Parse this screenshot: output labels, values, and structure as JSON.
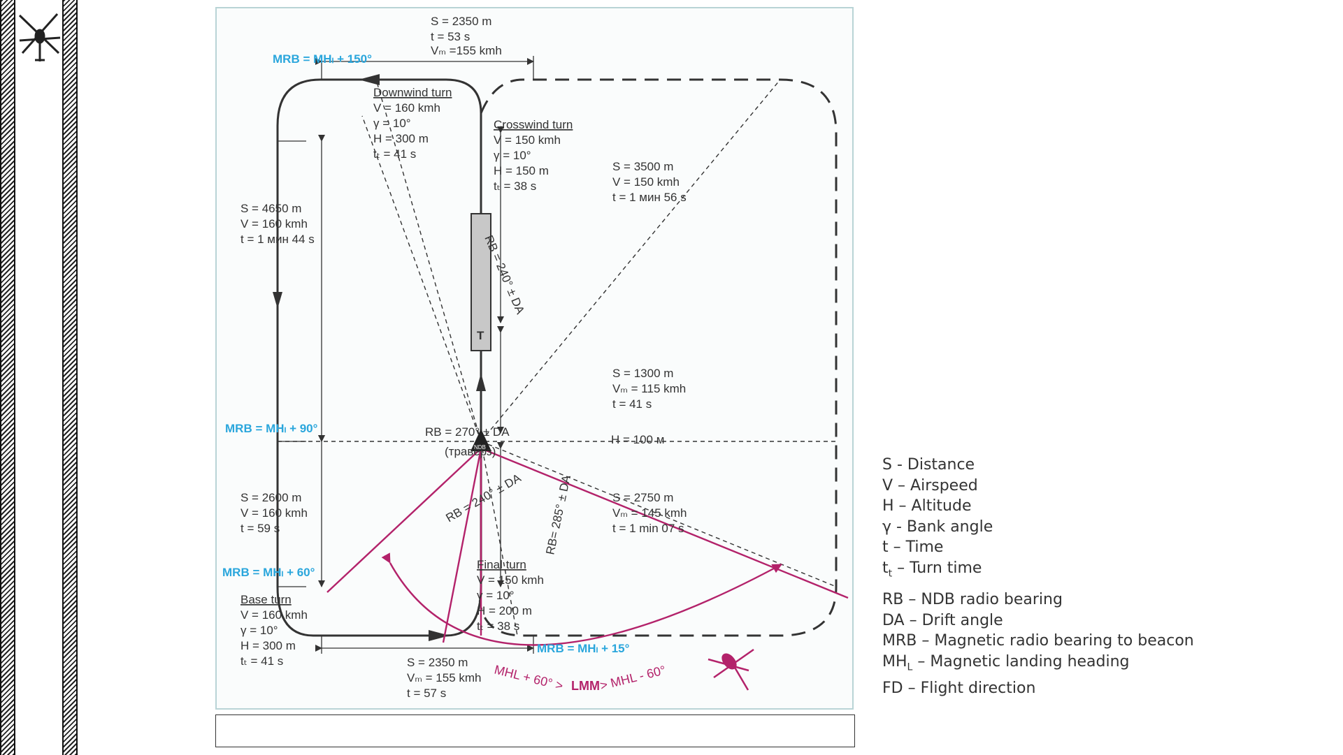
{
  "icons": {
    "logo": "helicopter-icon",
    "approach_helicopter": "helicopter-icon",
    "beacon": "ndb-beacon-icon"
  },
  "colors": {
    "mrb_label": "#2aa6dc",
    "approach_lines": "#b3226a",
    "circuit": "#333333",
    "frame_border": "#b9d4d6"
  },
  "diagram": {
    "top_leg": {
      "s": "S = 2350 m",
      "t": "t = 53 s",
      "v": "Vₘ =155 kmh"
    },
    "bottom_leg": {
      "s": "S = 2350 m",
      "v": "Vₘ = 155 kmh",
      "t": "t = 57 s"
    },
    "mrb_150": "MRB = MHₗ + 150°",
    "mrb_90": "MRB = MHₗ + 90°",
    "mrb_60": "MRB = MHₗ + 60°",
    "mrb_15": "MRB = MHₗ + 15°",
    "downwind_turn": {
      "title": "Downwind turn",
      "v": "V = 160 kmh",
      "g": "γ = 10°",
      "h": "H = 300 m",
      "t": "tₜ = 41 s"
    },
    "crosswind_turn": {
      "title": "Crosswind turn",
      "v": "V = 150 kmh",
      "g": "γ = 10°",
      "h": "H = 150 m",
      "t": "tₜ = 38 s"
    },
    "upwind_leg": {
      "s": "S = 3500 m",
      "v": "V = 150 kmh",
      "t": "t = 1 мин 56 s"
    },
    "downwind_leg": {
      "s": "S = 4650 m",
      "v": "V = 160 kmh",
      "t": "t = 1 мин 44 s"
    },
    "takeoff_leg": {
      "s": "S = 1300 m",
      "v": "Vₘ = 115 kmh",
      "t": "t = 41 s"
    },
    "rb_240_upper": "RB = 240° ± DA",
    "rb_270": "RB = 270° ± DA",
    "rb_270_note": "(траверз)",
    "h_min": "H = 100 м",
    "base_leg": {
      "s": "S = 2600 m",
      "v": "V = 160 kmh",
      "t": "t = 59 s"
    },
    "rb_240_lower": "RB = 240° ± DA",
    "rb_285": "RB= 285° ± DA",
    "final_leg": {
      "s": "S = 2750 m",
      "v": "Vₘ = 145 kmh",
      "t": "t = 1 min 07 s"
    },
    "final_turn": {
      "title": "Final turn",
      "v": "V = 150 kmh",
      "g": "γ = 10°",
      "h": "H = 200 m",
      "t": "tₜ = 38 s"
    },
    "base_turn": {
      "title": "Base turn",
      "v": "V = 160 kmh",
      "g": "γ = 10°",
      "h": "H = 300 m",
      "t": "tₜ = 41 s"
    },
    "arc_label_left": "MHL + 60° >",
    "arc_label_mid": "LMM",
    "arc_label_right": "> MHL - 60°",
    "ndb_label": "NDB",
    "t_mark": "T"
  },
  "legend": {
    "items1": [
      "S - Distance",
      "V – Airspeed",
      "H – Altitude",
      "γ - Bank angle",
      "t – Time"
    ],
    "tt_main": "t",
    "tt_sub": "t",
    "tt_rest": " – Turn time",
    "items2": [
      "RB – NDB radio bearing",
      "DA – Drift angle",
      "MRB – Magnetic radio bearing to beacon"
    ],
    "mhl_main": "MH",
    "mhl_sub": "L",
    "mhl_rest": " – Magnetic landing heading",
    "fd": "FD – Flight direction"
  }
}
